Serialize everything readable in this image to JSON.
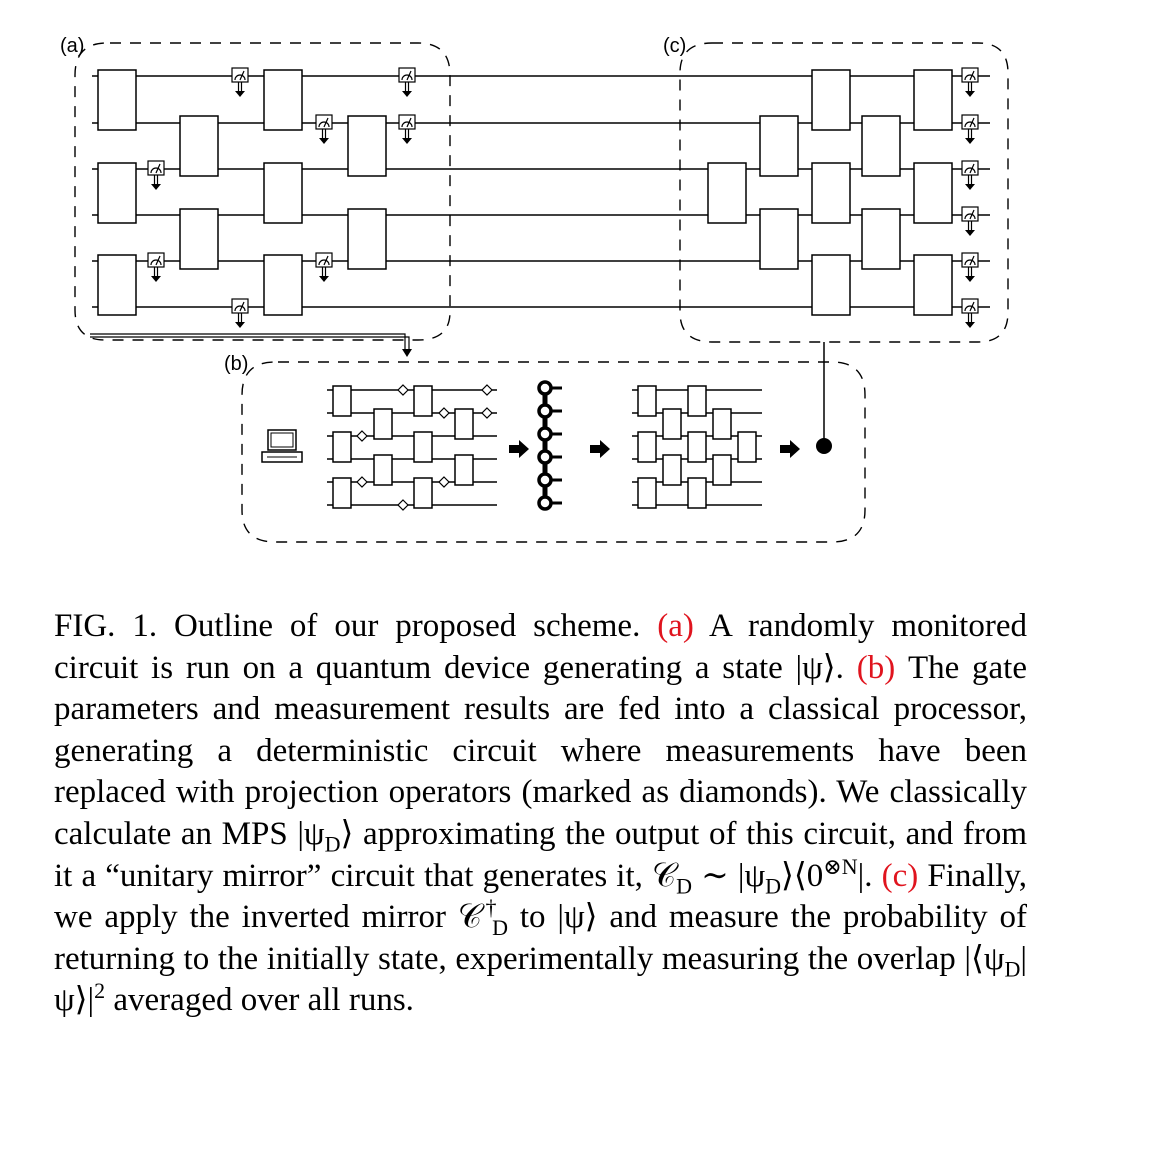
{
  "panels": {
    "a": "(a)",
    "b": "(b)",
    "c": "(c)"
  },
  "icons": {
    "computer": "laptop-computer-icon",
    "arrow": "right-arrow-icon",
    "measurement": "measurement-meter-icon",
    "mps": "mps-chain-icon",
    "diamond": "projection-diamond-icon"
  },
  "colors": {
    "highlight": "#e0141e",
    "ink": "#000000"
  },
  "caption": {
    "fig": "FIG. 1.",
    "lead": "Outline of our proposed scheme.",
    "a_label": "(a)",
    "a_text": "A randomly monitored circuit is run on a quantum device generating a state |ψ⟩.",
    "b_label": "(b)",
    "b_text": "The gate parameters and measurement results are fed into a classical processor, generating a deterministic circuit where measurements have been replaced with projection operators (marked as diamonds). We classically calculate an MPS |ψ",
    "b_sub1": "D",
    "b_text2": "⟩ approximating the output of this circuit, and from it a “unitary mirror” circuit that generates it, 𝒞",
    "b_sub2": "D",
    "b_text3": " ∼ |ψ",
    "b_sub3": "D",
    "b_text4": "⟩⟨0",
    "b_sup1": "⊗N",
    "b_text5": "|.",
    "c_label": "(c)",
    "c_text": "Finally, we apply the inverted mirror 𝒞",
    "c_sup": "†",
    "c_sub": "D",
    "c_text2": " to |ψ⟩ and measure the probability of returning to the initially state, experimentally measuring the overlap |⟨ψ",
    "c_sub2": "D",
    "c_text3": "|ψ⟩|",
    "c_sup2": "2",
    "c_text4": " averaged over all runs."
  }
}
